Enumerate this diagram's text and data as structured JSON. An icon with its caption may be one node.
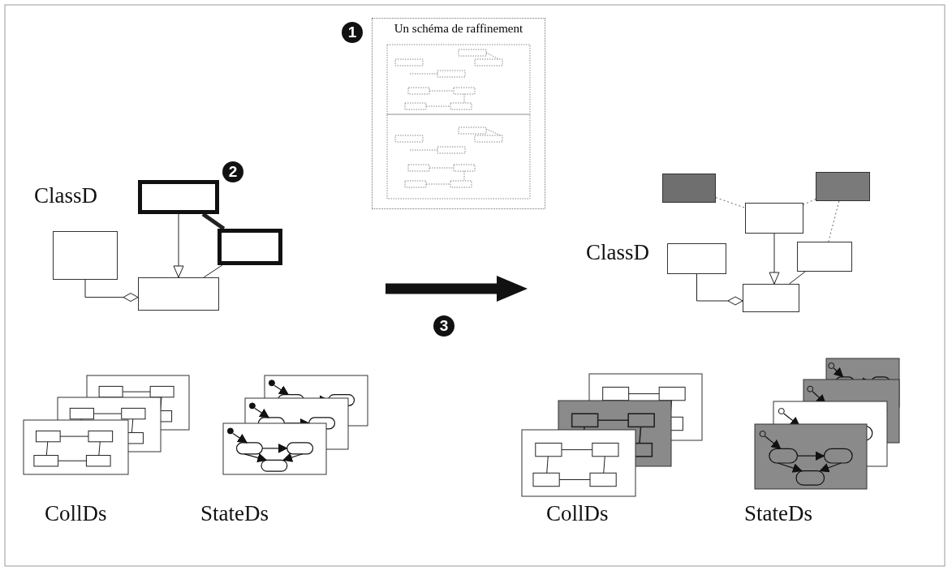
{
  "diagram": {
    "nodes": [
      {
        "text": [
          "Un schéma de raffinement"
        ]
      },
      {
        "text": [],
        "shape": "box"
      },
      {
        "text": [],
        "shape": "box"
      },
      {
        "text": [],
        "shape": "box"
      },
      {
        "text": [],
        "shape": "box"
      },
      {
        "text": [],
        "shape": "box"
      },
      {
        "text": [],
        "shape": "box"
      },
      {
        "text": [],
        "shape": "box"
      },
      {
        "text": [],
        "shape": "box"
      },
      {
        "text": [],
        "shape": "box"
      },
      {
        "text": [],
        "shape": "box"
      }
    ],
    "edges": [
      {
        "from": 1,
        "to": 4,
        "arrow": "other"
      },
      {
        "from": 2,
        "to": 4,
        "arrow": "to"
      },
      {
        "from": 2,
        "to": 3,
        "arrow": "none",
        "style": "thick"
      },
      {
        "from": 3,
        "to": 4,
        "arrow": "none"
      },
      {
        "from": 5,
        "to": 7,
        "arrow": "none",
        "style": "dashed"
      },
      {
        "from": 6,
        "to": 7,
        "arrow": "none",
        "style": "dashed"
      },
      {
        "from": 6,
        "to": 9,
        "arrow": "none",
        "style": "dashed"
      },
      {
        "from": 7,
        "to": 10,
        "arrow": "to"
      },
      {
        "from": 8,
        "to": 10,
        "arrow": "other"
      },
      {
        "from": 9,
        "to": 10,
        "arrow": "none"
      }
    ],
    "labels": [
      "1",
      "2",
      "ClassD",
      "ClassD",
      "3",
      "CollDs",
      "StateDs",
      "CollDs",
      "StateDs"
    ]
  }
}
